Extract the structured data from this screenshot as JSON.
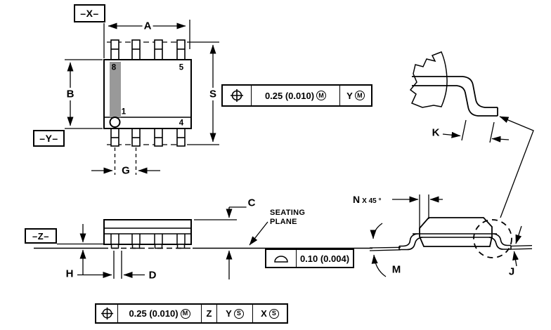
{
  "drawing": {
    "datum_x": "–X–",
    "datum_y": "–Y–",
    "datum_z": "–Z–",
    "dim_a": "A",
    "dim_b": "B",
    "dim_s": "S",
    "dim_g": "G",
    "dim_c": "C",
    "dim_d": "D",
    "dim_h": "H",
    "dim_k": "K",
    "dim_m": "M",
    "dim_j": "J",
    "dim_n": "N",
    "dim_n_angle": "X 45 °",
    "pin_8": "8",
    "pin_5": "5",
    "pin_1": "1",
    "pin_4": "4",
    "seating_plane_line1": "SEATING",
    "seating_plane_line2": "PLANE"
  },
  "tolerance_frames": {
    "position_top": {
      "symbol_icon": "true-position-icon",
      "tolerance": "0.25 (0.010)",
      "tolerance_modifier": "M",
      "datum_1": "Y",
      "datum_1_modifier": "M"
    },
    "flatness": {
      "symbol_icon": "flatness-icon",
      "tolerance": "0.10 (0.004)"
    },
    "position_bottom": {
      "symbol_icon": "true-position-icon",
      "tolerance": "0.25 (0.010)",
      "tolerance_modifier": "M",
      "datum_1": "Z",
      "datum_2": "Y",
      "datum_2_modifier": "S",
      "datum_3": "X",
      "datum_3_modifier": "S"
    }
  },
  "colors": {
    "line": "#000000",
    "background": "#ffffff",
    "pin1_shading": "#999999"
  }
}
